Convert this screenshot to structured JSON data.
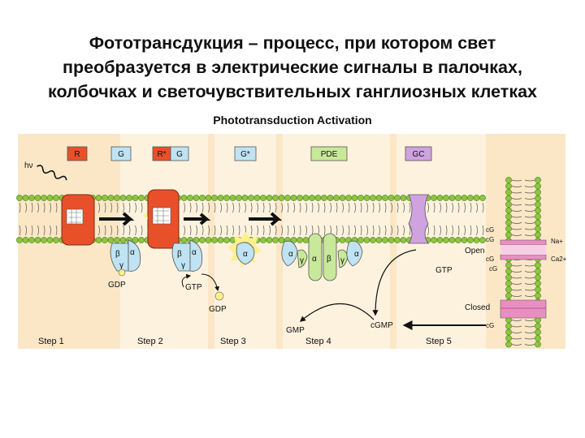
{
  "slide": {
    "title_lines": [
      "Фототрансдукция – процесс, при котором свет",
      "преобразуется в электрические сигналы в палочках,",
      "колбочках и светочувствительных ганглиозных клетках"
    ]
  },
  "figure": {
    "title": "Phototransduction Activation",
    "top_labels": {
      "R": "R",
      "G1": "G",
      "Rstar": "R*",
      "G2": "G",
      "Gstar": "G*",
      "PDE": "PDE",
      "GC": "GC"
    },
    "light": "hν",
    "subunits": {
      "alpha": "α",
      "beta": "β",
      "gamma": "γ"
    },
    "molecules": {
      "gdp1": "GDP",
      "gtp1": "GTP",
      "gdp2": "GDP",
      "gmp": "GMP",
      "cgmp": "cGMP",
      "gtp2": "GTP"
    },
    "channel": {
      "open": "Open",
      "closed": "Closed",
      "na": "Na+",
      "ca": "Ca2+",
      "cg": "cG"
    },
    "steps": [
      "Step 1",
      "Step 2",
      "Step 3",
      "Step 4",
      "Step 5"
    ],
    "colors": {
      "background": "#fbe7c6",
      "band": "#fdf2de",
      "rhodopsin": "#e8502a",
      "g_protein": "#bfe3f2",
      "gstar": "#fff08a",
      "pde": "#c8e89a",
      "gc": "#cfa2e0",
      "channel": "#e98fc0",
      "lipid_head": "#8cc63f"
    }
  }
}
